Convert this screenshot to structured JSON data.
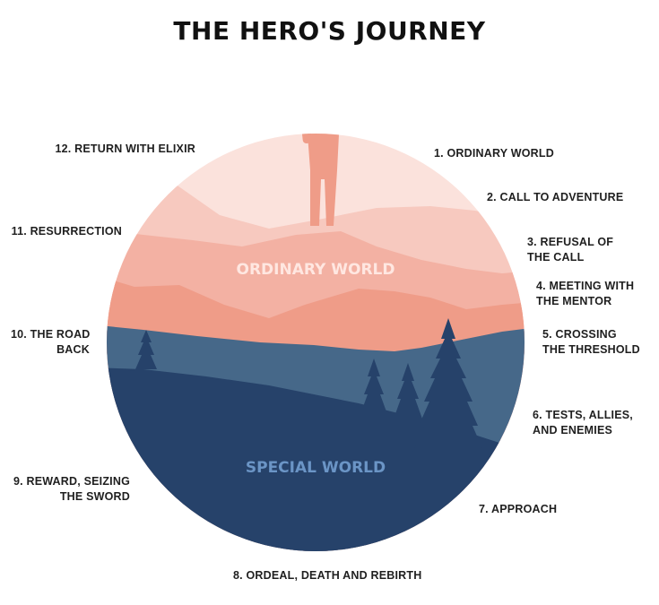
{
  "title": "THE HERO'S JOURNEY",
  "zones": {
    "upper": "ORDINARY WORLD",
    "lower": "SPECIAL WORLD"
  },
  "steps": [
    {
      "label": "1. ORDINARY WORLD"
    },
    {
      "label": "2. CALL TO ADVENTURE"
    },
    {
      "label": "3. REFUSAL OF\nTHE CALL"
    },
    {
      "label": "4. MEETING WITH\nTHE MENTOR"
    },
    {
      "label": "5. CROSSING\nTHE THRESHOLD"
    },
    {
      "label": "6. TESTS, ALLIES,\nAND ENEMIES"
    },
    {
      "label": "7. APPROACH"
    },
    {
      "label": "8. ORDEAL, DEATH AND REBIRTH"
    },
    {
      "label": "9. REWARD, SEIZING\nTHE SWORD"
    },
    {
      "label": "10. THE ROAD\nBACK"
    },
    {
      "label": "11. RESURRECTION"
    },
    {
      "label": "12. RETURN WITH ELIXIR"
    }
  ],
  "colors": {
    "sky": "#fbe2dc",
    "ridge1": "#f7c9bf",
    "ridge2": "#f3b1a3",
    "ridge3": "#ef9c88",
    "blue_mid": "#466889",
    "blue_dark": "#26426a",
    "zone_upper_text": "#ffe7e1",
    "zone_lower_text": "#6b95c6",
    "hero": "#ef9c88"
  }
}
